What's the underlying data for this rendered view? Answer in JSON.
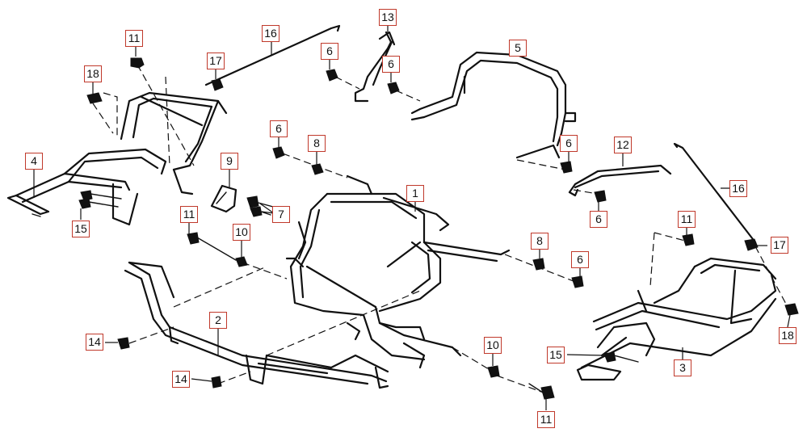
{
  "callouts": [
    {
      "label": "11"
    },
    {
      "label": "16"
    },
    {
      "label": "13"
    },
    {
      "label": "6"
    },
    {
      "label": "6"
    },
    {
      "label": "5"
    },
    {
      "label": "17"
    },
    {
      "label": "18"
    },
    {
      "label": "4"
    },
    {
      "label": "15"
    },
    {
      "label": "6"
    },
    {
      "label": "8"
    },
    {
      "label": "9"
    },
    {
      "label": "7"
    },
    {
      "label": "1"
    },
    {
      "label": "11"
    },
    {
      "label": "10"
    },
    {
      "label": "2"
    },
    {
      "label": "14"
    },
    {
      "label": "14"
    },
    {
      "label": "6"
    },
    {
      "label": "12"
    },
    {
      "label": "6"
    },
    {
      "label": "16"
    },
    {
      "label": "11"
    },
    {
      "label": "17"
    },
    {
      "label": "8"
    },
    {
      "label": "6"
    },
    {
      "label": "18"
    },
    {
      "label": "10"
    },
    {
      "label": "15"
    },
    {
      "label": "3"
    },
    {
      "label": "11"
    }
  ]
}
